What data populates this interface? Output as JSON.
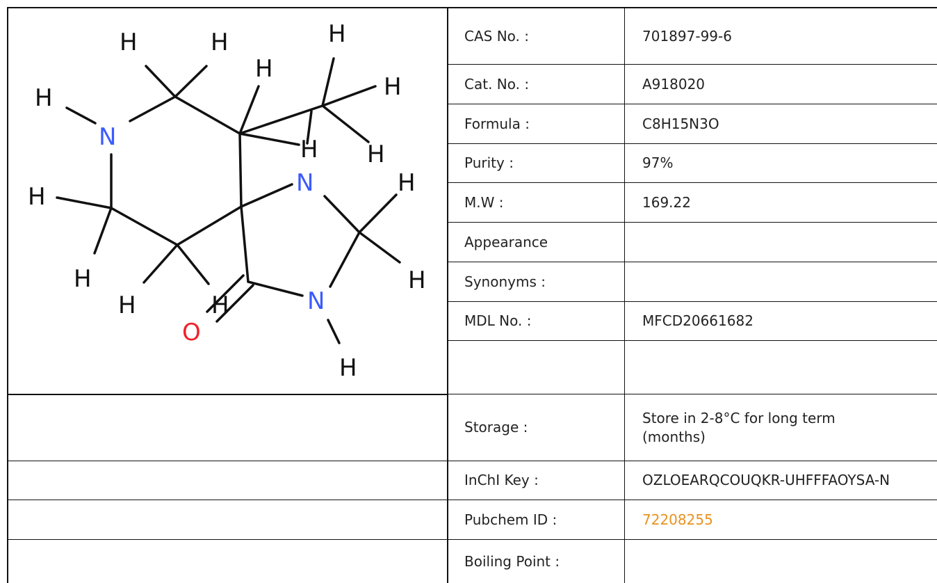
{
  "product": {
    "properties": [
      {
        "label": "CAS No. :",
        "value": "701897-99-6"
      },
      {
        "label": "Cat. No. :",
        "value": "A918020"
      },
      {
        "label": "Formula :",
        "value": "C8H15N3O"
      },
      {
        "label": "Purity :",
        "value": "97%"
      },
      {
        "label": "M.W :",
        "value": "169.22"
      },
      {
        "label": "Appearance",
        "value": ""
      },
      {
        "label": "Synonyms :",
        "value": ""
      },
      {
        "label": "MDL No. :",
        "value": "MFCD20661682"
      },
      {
        "label": "Storage :",
        "value": "Store in 2-8°C for long term (months)"
      },
      {
        "label": "InChI Key :",
        "value": "OZLOEARQCOUQKR-UHFFFAOYSA-N"
      },
      {
        "label": "Pubchem ID :",
        "value": "72208255"
      },
      {
        "label": "Boiling Point :",
        "value": ""
      }
    ]
  },
  "structure": {
    "atoms": {
      "h": "H",
      "n": "N",
      "o": "O"
    },
    "colors": {
      "bond": "#111111",
      "hydrogen": "#111111",
      "nitrogen": "#3B5BFF",
      "oxygen": "#F0222A"
    }
  },
  "colors": {
    "link": "#E8921D",
    "border": "#111111"
  }
}
